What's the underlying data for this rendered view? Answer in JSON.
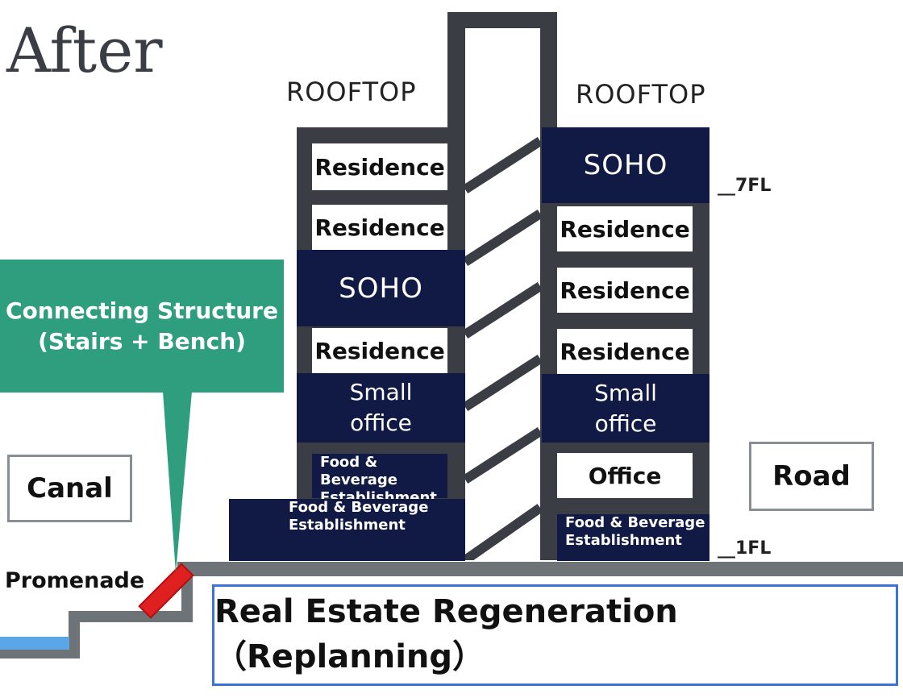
{
  "title": "After",
  "rooftops": [
    "ROOFTOP",
    "ROOFTOP"
  ],
  "floor_markers": {
    "top": "__7FL",
    "ground": "__1FL"
  },
  "left_building": {
    "floors": [
      {
        "label": "Residence",
        "kind": "residence"
      },
      {
        "label": "Residence",
        "kind": "residence"
      },
      {
        "label": "SOHO",
        "kind": "soho"
      },
      {
        "label": "Residence",
        "kind": "residence"
      },
      {
        "label_line1": "Small",
        "label_line2": "office",
        "kind": "small-office"
      },
      {
        "label_line1": "Food & Beverage",
        "label_line2": "Establishment",
        "kind": "food-beverage"
      }
    ],
    "ground": {
      "label_line1": "Food & Beverage",
      "label_line2": "Establishment"
    }
  },
  "right_building": {
    "floors": [
      {
        "label": "SOHO",
        "kind": "soho"
      },
      {
        "label": "Residence",
        "kind": "residence"
      },
      {
        "label": "Residence",
        "kind": "residence"
      },
      {
        "label": "Residence",
        "kind": "residence"
      },
      {
        "label_line1": "Small",
        "label_line2": "office",
        "kind": "small-office"
      },
      {
        "label": "Office",
        "kind": "office"
      }
    ],
    "ground": {
      "label_line1": "Food & Beverage",
      "label_line2": "Establishment"
    }
  },
  "callout": {
    "line1": "Connecting Structure",
    "line2": "(Stairs + Bench)"
  },
  "canal": "Canal",
  "road": "Road",
  "promenade": "Promenade",
  "bottom_banner": "Real Estate Regeneration（Replanning）",
  "colors": {
    "dark_frame": "#3a3d44",
    "navy": "#111a45",
    "callout_green": "#2f9e7e",
    "connector_red": "#e02020",
    "water_blue": "#5aa6e6",
    "banner_border": "#3b73d8"
  }
}
